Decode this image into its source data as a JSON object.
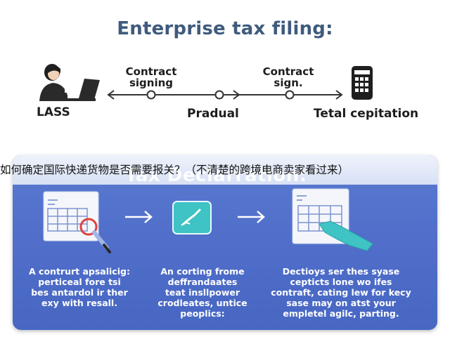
{
  "diagram": {
    "title": "Enterprise tax filing:",
    "timeline": {
      "stage_labels": [
        "Contract\nsigning",
        "Contract\nsign."
      ],
      "endpoint_labels": [
        "LASS",
        "Pradual",
        "Tetal cepitation"
      ]
    },
    "overlay_caption": "如何确定国际快递货物是否需要报关？（不清楚的跨境电商卖家看过来）",
    "panel": {
      "heading": "Tax Declarration:",
      "captions": [
        "A contrurt apsalicig:\nperticeal fore tsi\nbes antardol ir ther\nexy with resall.",
        "An corting frome\ndeffrandaates\nteat insllpower\ncrodleates, untice\npeoplics:",
        "Dectioys ser thes syase\ncepticts lone wo ifes\ncontraft, cating lew for kecy\nsase may on atst your\nempletel agilc, parting."
      ]
    },
    "colors": {
      "title": "#3f5b7d",
      "panel": "#5270c8",
      "accent_teal": "#3fc3c4",
      "magnifier": "#e0423e"
    }
  }
}
